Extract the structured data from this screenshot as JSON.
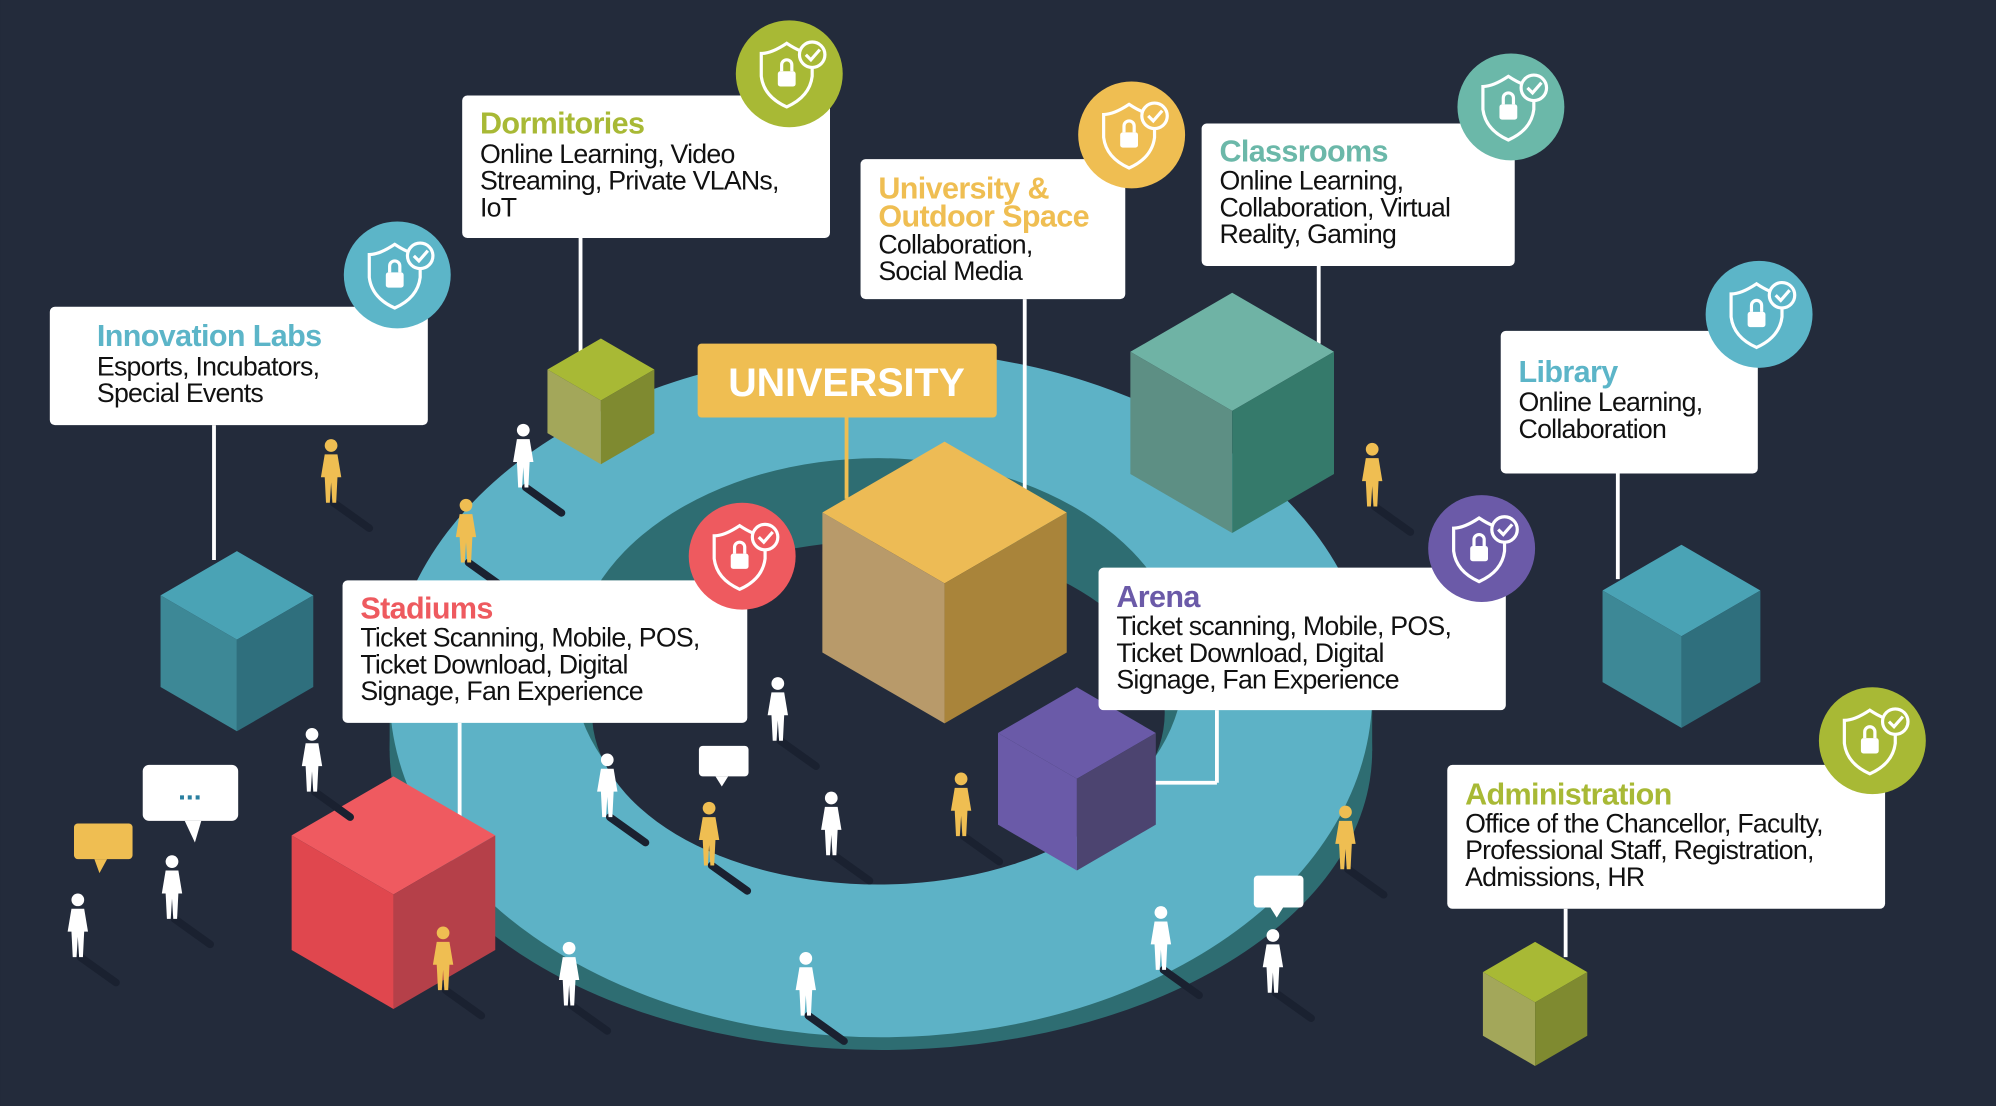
{
  "center_label": "UNIVERSITY",
  "zones": [
    {
      "id": "innovation",
      "title": "Innovation Labs",
      "lines": [
        "Esports, Incubators,",
        "Special Events"
      ],
      "color": "#5cb5c8"
    },
    {
      "id": "dormitories",
      "title": "Dormitories",
      "lines": [
        "Online Learning, Video",
        "Streaming, Private VLANs,",
        "IoT"
      ],
      "color": "#a8b935"
    },
    {
      "id": "outdoor",
      "title_lines": [
        "University &",
        "Outdoor Space"
      ],
      "lines": [
        "Collaboration,",
        "Social Media"
      ],
      "color": "#efbe52"
    },
    {
      "id": "classrooms",
      "title": "Classrooms",
      "lines": [
        "Online Learning,",
        "Collaboration, Virtual",
        "Reality, Gaming"
      ],
      "color": "#6bb8a9"
    },
    {
      "id": "library",
      "title": "Library",
      "lines": [
        "Online Learning,",
        "Collaboration"
      ],
      "color": "#5cb5c8"
    },
    {
      "id": "stadiums",
      "title": "Stadiums",
      "lines": [
        "Ticket Scanning, Mobile, POS,",
        "Ticket Download, Digital",
        "Signage, Fan Experience"
      ],
      "color": "#ee5a5f"
    },
    {
      "id": "arena",
      "title": "Arena",
      "lines": [
        "Ticket scanning, Mobile, POS,",
        "Ticket Download, Digital",
        "Signage, Fan Experience"
      ],
      "color": "#6b5aa8"
    },
    {
      "id": "administration",
      "title": "Administration",
      "lines": [
        "Office of the Chancellor, Faculty,",
        "Professional Staff, Registration,",
        "Admissions, HR"
      ],
      "color": "#a8b935"
    }
  ],
  "speech_bubble_text": "...",
  "icons": {
    "badge": "shield-lock-check-icon"
  },
  "colors": {
    "background": "#232b3b",
    "ring_top": "#5db2c6",
    "ring_side": "#2e6d72",
    "gold": "#efbe52"
  }
}
